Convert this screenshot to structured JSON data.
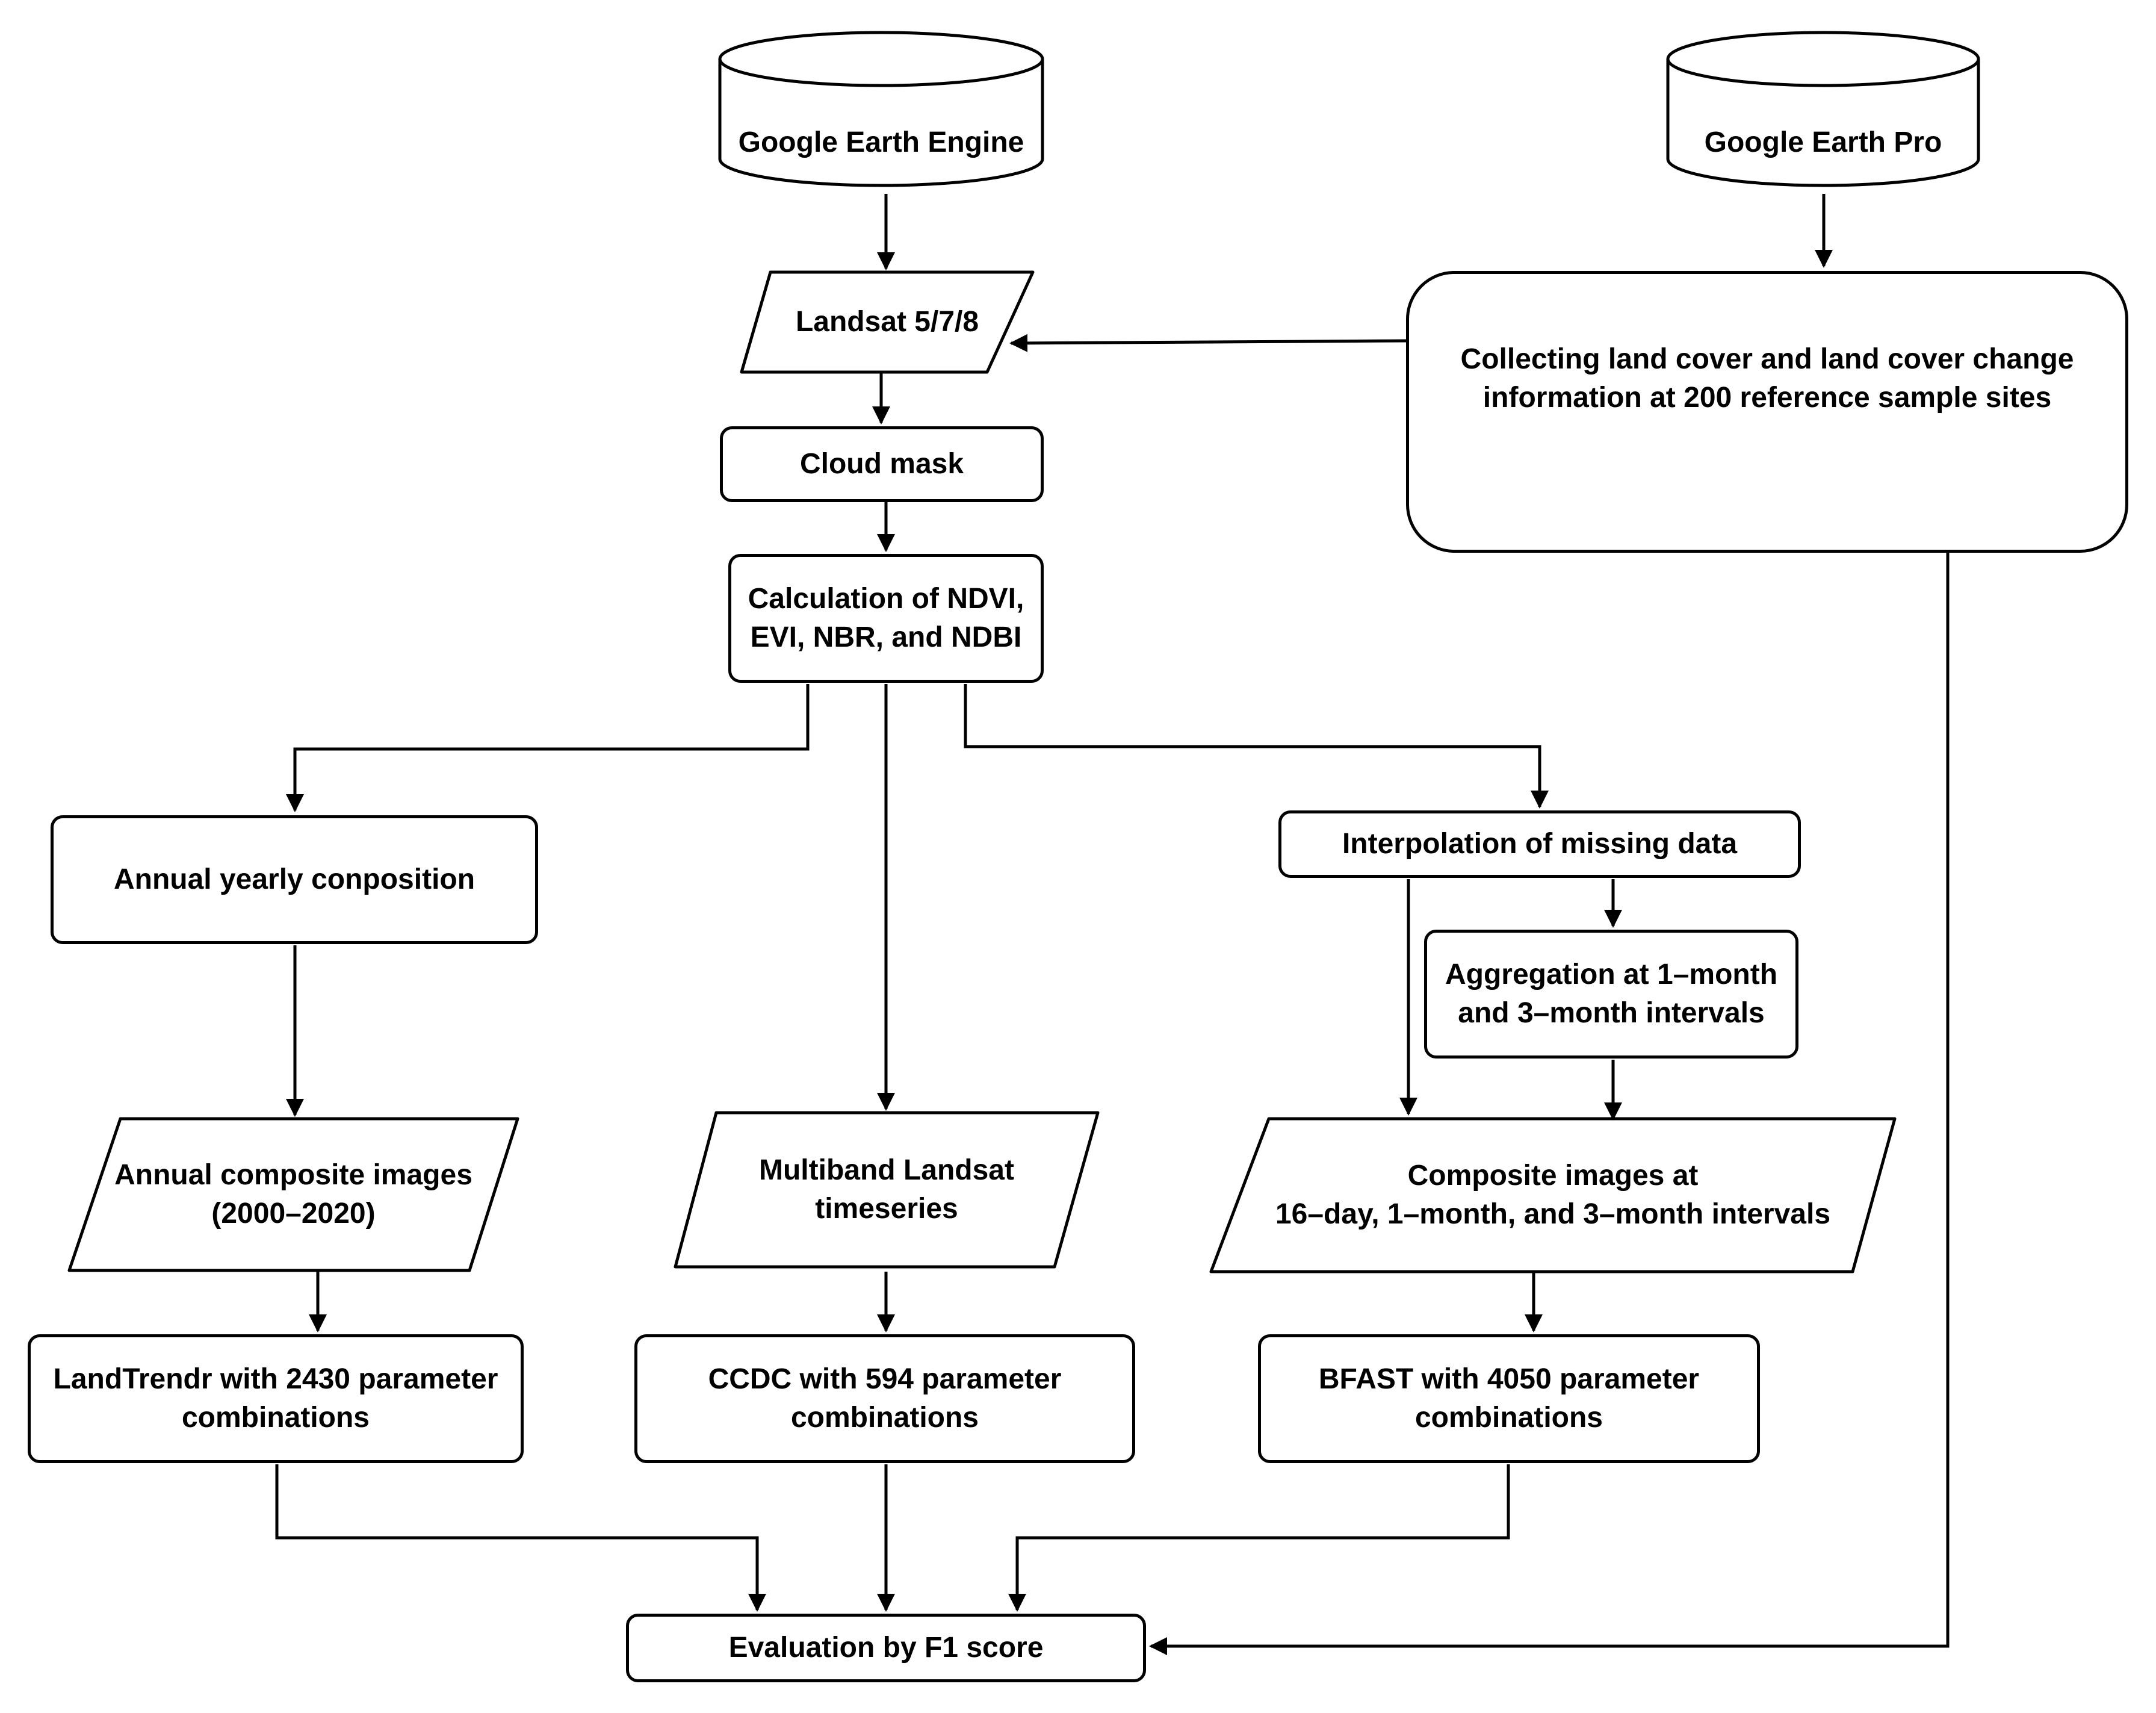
{
  "nodes": {
    "gee": "Google Earth Engine",
    "gep": "Google Earth Pro",
    "landsat": "Landsat 5/7/8",
    "collect": "Collecting land cover and land cover change\ninformation at 200 reference sample sites",
    "cloud": "Cloud mask",
    "calc": "Calculation of NDVI,\nEVI, NBR, and NDBI",
    "annual": "Annual yearly conposition",
    "interp": "Interpolation of missing data",
    "aggr": "Aggregation at 1–month\nand 3–month intervals",
    "annual_images": "Annual composite images\n(2000–2020)",
    "multiband": "Multiband Landsat\ntimeseries",
    "composite": "Composite images at\n16–day, 1–month, and 3–month intervals",
    "landtrendr": "LandTrendr with 2430 parameter\ncombinations",
    "ccdc": "CCDC with 594 parameter\ncombinations",
    "bfast": "BFAST with 4050 parameter\ncombinations",
    "eval": "Evaluation by F1 score"
  }
}
